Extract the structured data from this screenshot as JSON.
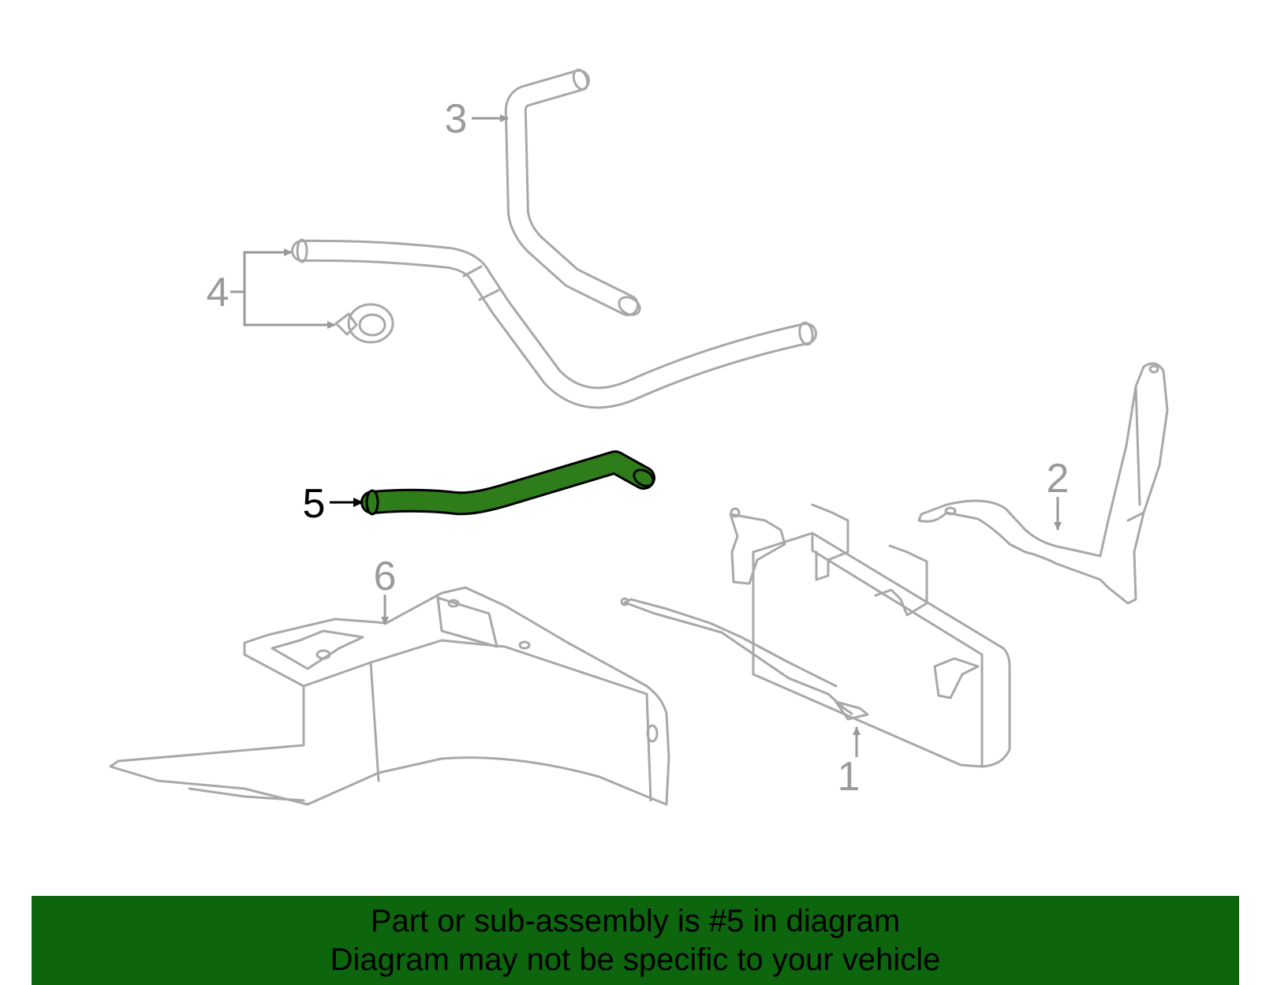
{
  "callouts": {
    "c1": "1",
    "c2": "2",
    "c3": "3",
    "c4": "4",
    "c5": "5",
    "c6": "6"
  },
  "highlight": {
    "part": "5",
    "color": "#2e7d1a",
    "outline": "#000000"
  },
  "colors": {
    "line_art": "#a8a8a8",
    "banner_bg": "#0d650d"
  },
  "banner": {
    "line1": "Part or sub-assembly is #5 in diagram",
    "line2": "Diagram may not be specific to your vehicle"
  }
}
